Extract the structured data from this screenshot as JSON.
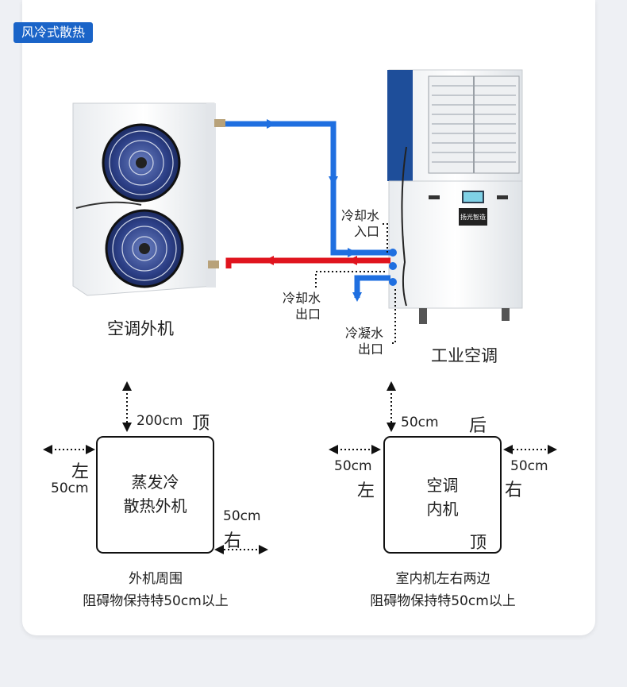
{
  "header": {
    "badge": "风冷式散热"
  },
  "units": {
    "outdoor_label": "空调外机",
    "indoor_label": "工业空调",
    "indoor_panel_brand": "扬光智造"
  },
  "pipes": {
    "cooling_water_in": [
      "冷却水",
      "入口"
    ],
    "cooling_water_out": [
      "冷却水",
      "出口"
    ],
    "condensate_out": [
      "冷凝水",
      "出口"
    ]
  },
  "colors": {
    "cold_pipe": "#1f6fe0",
    "hot_pipe": "#e0141e",
    "badge": "#1a64c8"
  },
  "clearance_left_diagram": {
    "box_lines": [
      "蒸发冷",
      "散热外机"
    ],
    "top": {
      "value": "200cm",
      "side": "顶"
    },
    "left": {
      "side": "左",
      "value": "50cm"
    },
    "right": {
      "value": "50cm",
      "side": "右"
    },
    "caption": [
      "外机周围",
      "阻碍物保持特50cm以上"
    ]
  },
  "clearance_right_diagram": {
    "box_lines": [
      "空调",
      "内机"
    ],
    "top": {
      "value": "50cm",
      "side": "后"
    },
    "left": {
      "value": "50cm",
      "side": "左"
    },
    "right": {
      "value": "50cm",
      "side": "右"
    },
    "inner_corner": "顶",
    "caption": [
      "室内机左右两边",
      "阻碍物保持特50cm以上"
    ]
  }
}
